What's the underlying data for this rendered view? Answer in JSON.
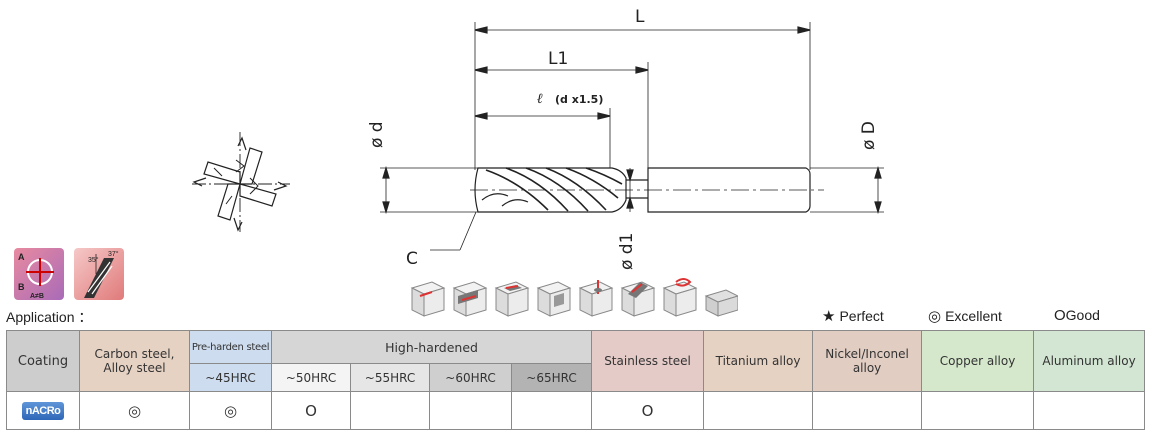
{
  "drawing": {
    "label_L": "L",
    "label_L1": "L1",
    "label_l": "ℓ",
    "label_l_formula": "(d x1.5)",
    "label_d": "ø d",
    "label_D": "ø D",
    "label_d1": "ø d1",
    "label_C": "C"
  },
  "badges": [
    {
      "name": "cutting-type-badge",
      "text_a": "A",
      "text_b": "B",
      "text_ab": "A≠B"
    },
    {
      "name": "helix-angle-badge",
      "angle_1": "35°",
      "angle_2": "37°"
    }
  ],
  "application": {
    "label": "Application ："
  },
  "legend": {
    "perfect_symbol": "★",
    "perfect_label": "Perfect",
    "excellent_symbol": "◎",
    "excellent_label": "Excellent",
    "good_symbol": "O",
    "good_label": "Good"
  },
  "table": {
    "coating_header": "Coating",
    "carbon_header": "Carbon steel, Alloy steel",
    "pre_header": "Pre-harden steel",
    "pre_sub": "~45HRC",
    "high_header": "High-hardened",
    "high_subs": [
      "~50HRC",
      "~55HRC",
      "~60HRC",
      "~65HRC"
    ],
    "stainless_header": "Stainless steel",
    "titanium_header": "Titanium alloy",
    "nickel_header": "Nickel/Inconel alloy",
    "copper_header": "Copper alloy",
    "aluminum_header": "Aluminum alloy",
    "row": {
      "coating": "nACRo",
      "carbon": "◎",
      "pre": "◎",
      "h50": "O",
      "h55": "",
      "h60": "",
      "h65": "",
      "stainless": "O",
      "titanium": "",
      "nickel": "",
      "copper": "",
      "aluminum": ""
    }
  }
}
